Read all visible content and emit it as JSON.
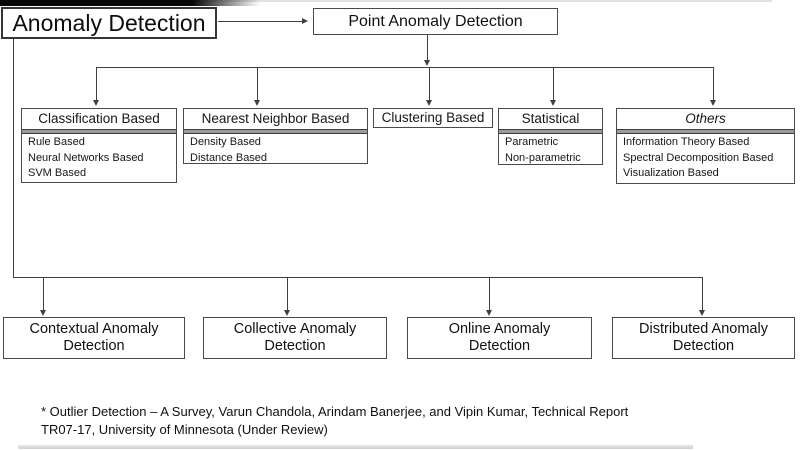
{
  "diagram": {
    "root": {
      "label": "Anomaly Detection"
    },
    "point": {
      "label": "Point Anomaly Detection"
    },
    "categories": [
      {
        "label": "Classification Based",
        "items": [
          "Rule Based",
          "Neural Networks Based",
          "SVM Based"
        ]
      },
      {
        "label": "Nearest Neighbor Based",
        "items": [
          "Density Based",
          "Distance Based"
        ]
      },
      {
        "label": "Clustering Based",
        "items": []
      },
      {
        "label": "Statistical",
        "items": [
          "Parametric",
          "Non-parametric"
        ]
      },
      {
        "label": "Others",
        "style": "italic",
        "items": [
          "Information Theory Based",
          "Spectral Decomposition Based",
          "Visualization Based"
        ]
      }
    ],
    "bottom": [
      {
        "label": "Contextual Anomaly Detection"
      },
      {
        "label": "Collective Anomaly Detection"
      },
      {
        "label": "Online Anomaly Detection"
      },
      {
        "label": "Distributed Anomaly Detection"
      }
    ]
  },
  "footnote": {
    "line1": "* Outlier Detection – A Survey, Varun Chandola, Arindam Banerjee, and Vipin Kumar, Technical Report",
    "line2": "TR07-17, University of Minnesota (Under Review)"
  },
  "colors": {
    "background": "#ffffff",
    "box_border": "#4a4a4a",
    "connector": "#3f3f3f",
    "header_separator": "#9a9a9a",
    "text": "#111111"
  }
}
